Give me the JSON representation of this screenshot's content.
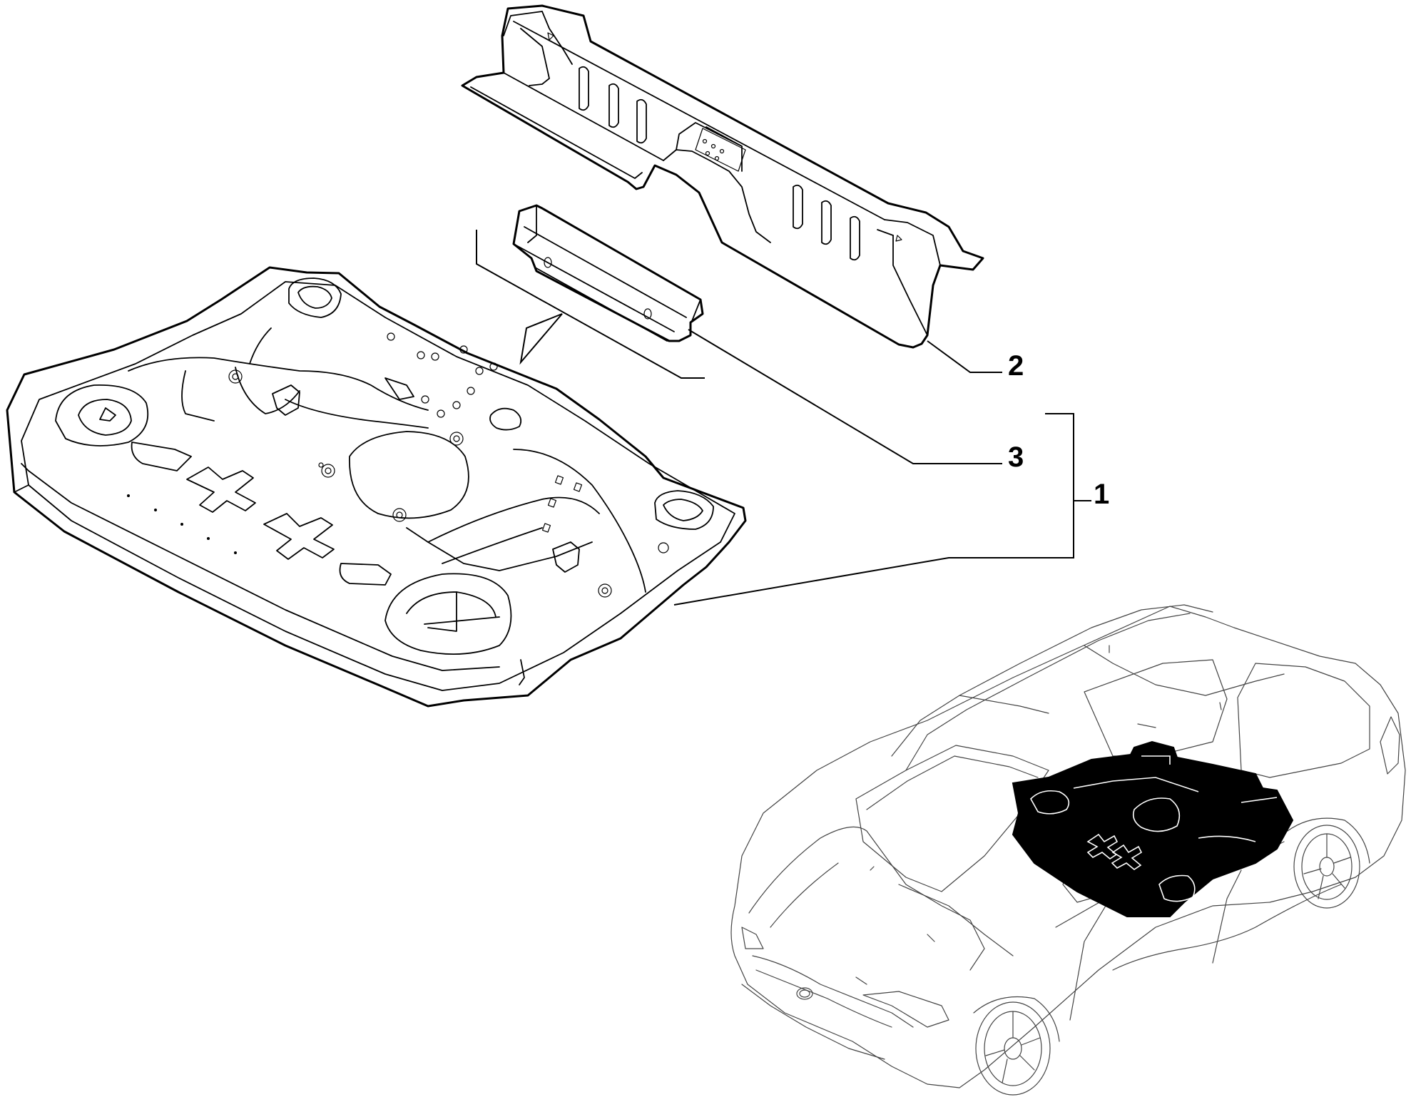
{
  "diagram": {
    "callouts": [
      {
        "id": "2",
        "label": "2"
      },
      {
        "id": "3",
        "label": "3"
      },
      {
        "id": "1",
        "label": "1"
      }
    ],
    "colors": {
      "line": "#000000",
      "background": "#ffffff",
      "highlight": "#000000"
    },
    "parts": [
      {
        "name": "floor-panel-icon"
      },
      {
        "name": "crossmember-icon"
      },
      {
        "name": "reinforcement-bracket-icon"
      },
      {
        "name": "car-locator-icon"
      }
    ]
  }
}
